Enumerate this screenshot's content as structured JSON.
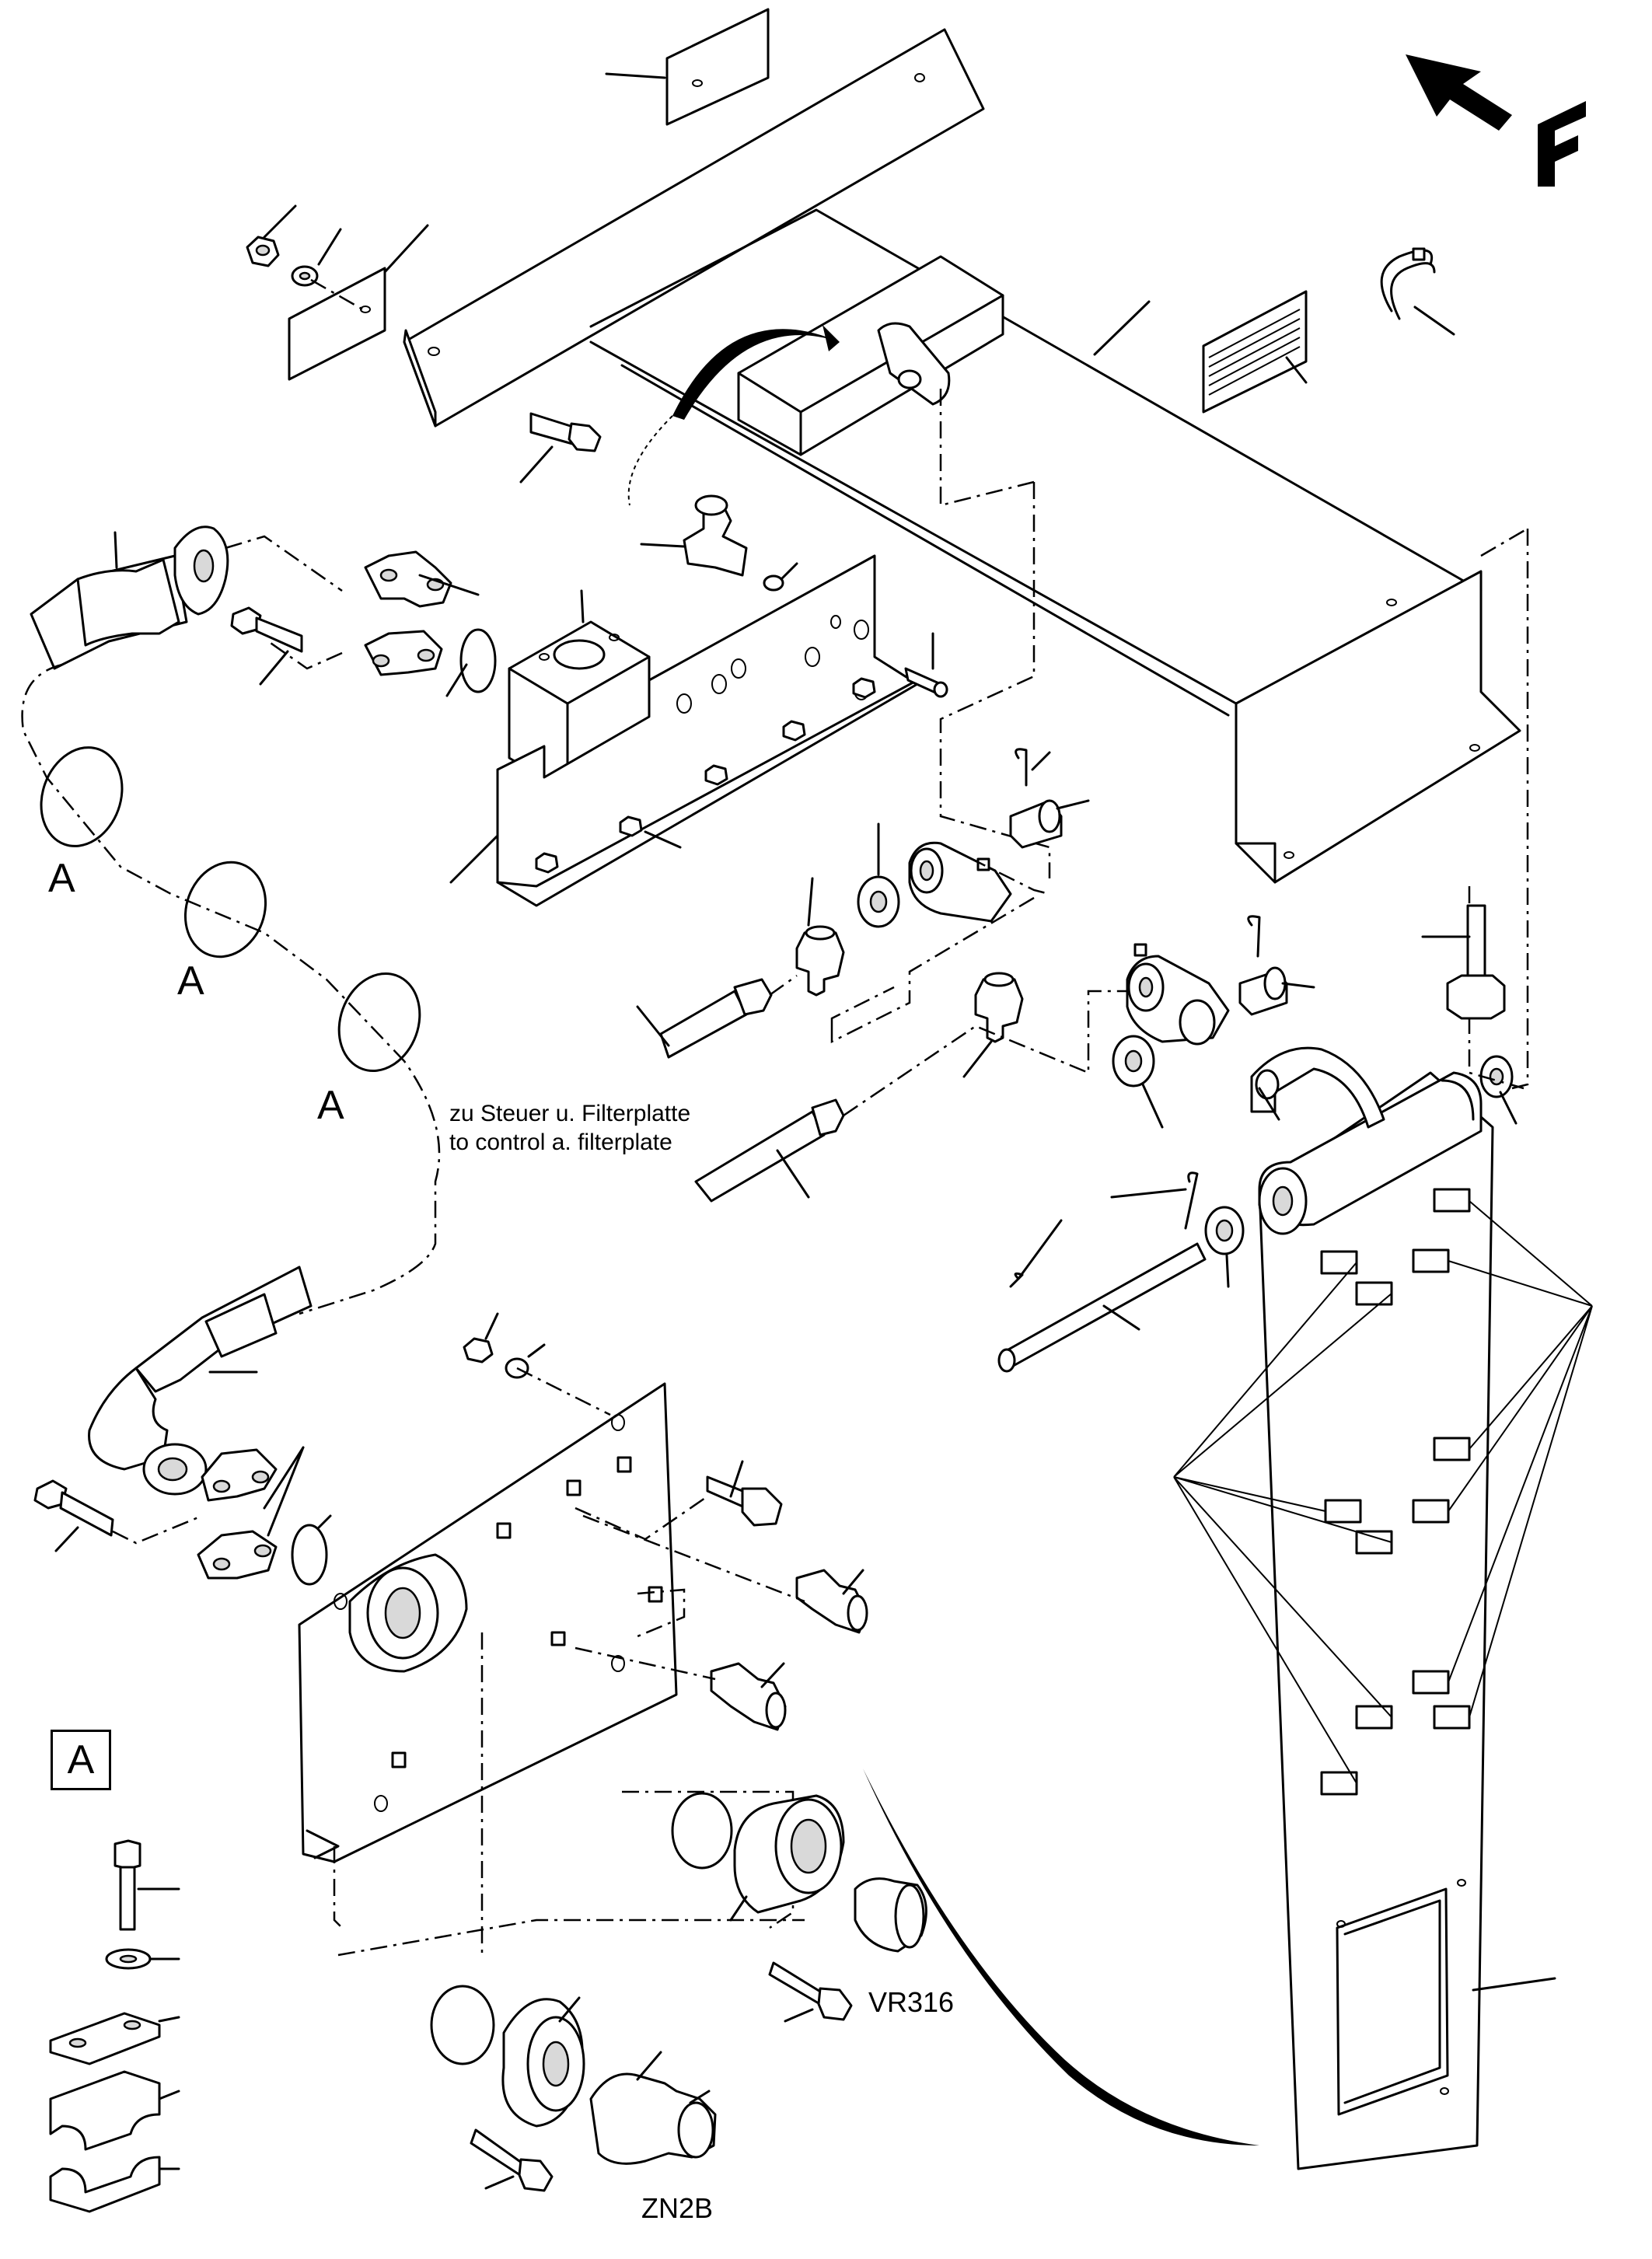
{
  "labels": {
    "section_marker_1": "A",
    "section_marker_2": "A",
    "section_marker_3": "A",
    "note_line_1": "zu Steuer u. Filterplatte",
    "note_line_2": "to control a. filterplate",
    "detail_box": "A",
    "part_vr316": "VR316",
    "part_zn2b": "ZN2B",
    "direction_letter": "F"
  },
  "icons": {
    "direction_arrow": "front-direction-arrow-icon"
  }
}
